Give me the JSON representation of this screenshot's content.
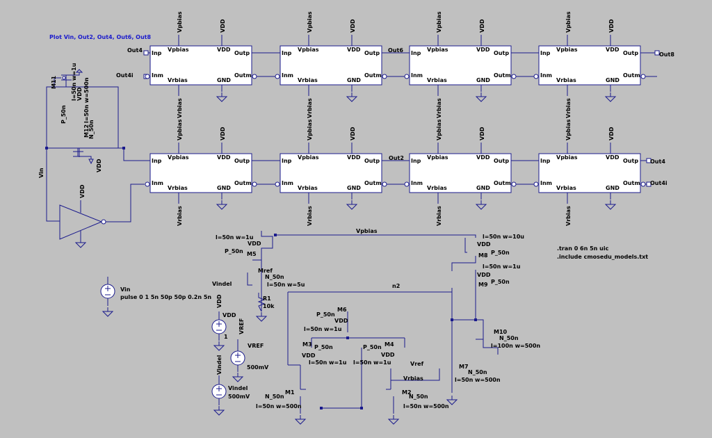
{
  "plot_directive": "Plot Vin, Out2, Out4, Out6, Out8",
  "block": {
    "pins": {
      "inp": "Inp",
      "inm": "Inm",
      "outp": "Outp",
      "outm": "Outm",
      "vdd": "VDD",
      "gnd": "GND",
      "vpbias": "Vpbias",
      "vrbias": "Vrbias"
    },
    "nets": {
      "vdd": "VDD",
      "vpbias": "Vpbias",
      "vrbias": "Vrbias"
    }
  },
  "labels": {
    "out4_in": "Out4",
    "out4i_in": "Out4i",
    "out6": "Out6",
    "out8": "Out8",
    "out2": "Out2",
    "out4_out": "Out4",
    "out4i_out": "Out4i",
    "vin": "Vin",
    "inv_vdd": "VDD",
    "vpbias_net": "Vpbias",
    "n2_net": "n2",
    "vrbias_net": "Vrbias",
    "vindel_net": "Vindel",
    "vdd_net": "VDD",
    "vref_net": "VREF",
    "vindel_node": "Vindel"
  },
  "tgate": {
    "m11": "M11",
    "m11_type": "P_50n",
    "m11_size": "l=50n w=1u",
    "m11_vdd": "VDD",
    "m12": "M12",
    "m12_type": "N_50n",
    "m12_size": "l=50n w=500n",
    "m12_vdd": "VDD"
  },
  "bias": {
    "m5_size": "l=50n w=1u",
    "m5_vdd": "VDD",
    "m5_type": "P_50n",
    "m5_name": "M5",
    "mref_name": "Mref",
    "mref_type": "N_50n",
    "mref_size": "l=50n w=5u",
    "r1_name": "R1",
    "r1_value": "10k",
    "m8_size": "l=50n w=10u",
    "m8_vdd": "VDD",
    "m8_type": "P_50n",
    "m8_name": "M8",
    "m9_size": "l=50n w=1u",
    "m9_vdd": "VDD",
    "m9_type": "P_50n",
    "m9_name": "M9",
    "m10_name": "M10",
    "m10_type": "N_50n",
    "m10_size": "l=100n w=500n",
    "m6_name": "M6",
    "m6_type": "P_50n",
    "m6_vdd": "VDD",
    "m6_size": "l=50n w=1u",
    "m3_name": "M3",
    "m3_type": "P_50n",
    "m3_vdd": "VDD",
    "m3_size": "l=50n w=1u",
    "m4_name": "M4",
    "m4_type": "P_50n",
    "m4_vdd": "VDD",
    "m4_size": "l=50n w=1u",
    "m4_gate": "Vref",
    "m7_name": "M7",
    "m7_type": "N_50n",
    "m7_size": "l=50n w=500n",
    "m1_name": "M1",
    "m1_type": "N_50n",
    "m1_size": "l=50n w=500n",
    "m2_name": "M2",
    "m2_type": "N_50n",
    "m2_size": "l=50n w=500n"
  },
  "sources": {
    "vin_name": "Vin",
    "vin_value": "pulse 0 1 5n 50p 50p 0.2n 5n",
    "vdd_name": "VDD",
    "vdd_value": "1",
    "vref_name": "VREF",
    "vref_value": "500mV",
    "vindel_name": "Vindel",
    "vindel_value": "500mV"
  },
  "directives": {
    "tran": ".tran 0 6n 5n uic",
    "include": ".include cmosedu_models.txt"
  }
}
